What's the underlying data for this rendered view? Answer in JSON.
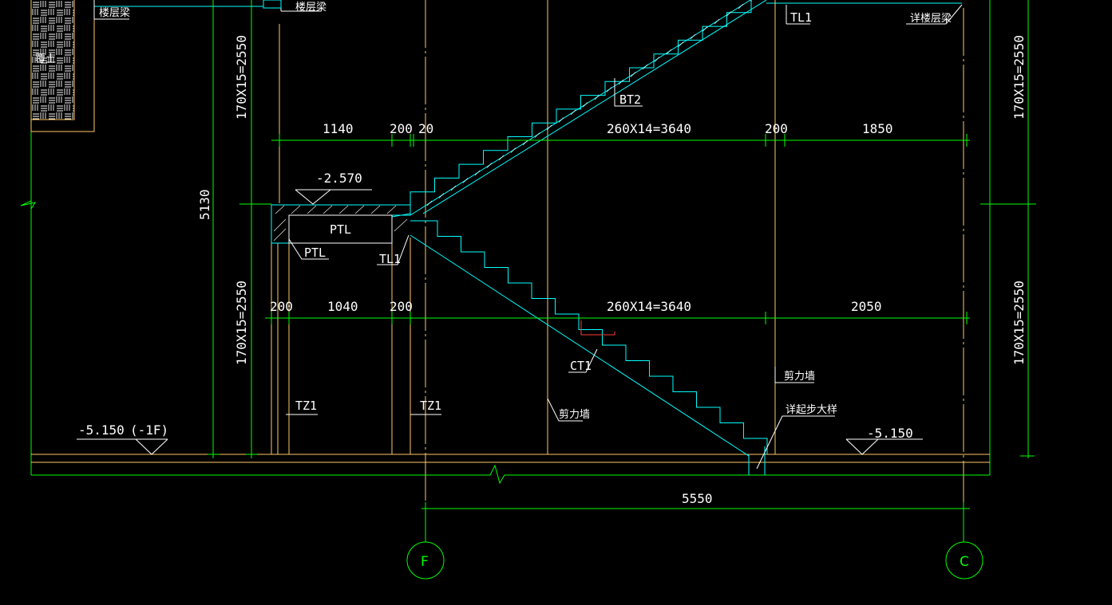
{
  "colors": {
    "background": "#000000",
    "dimension": "#00ff00",
    "stair": "#00ffff",
    "wall": "#ffc864",
    "leader": "#ffffff",
    "axis": "#00ff00",
    "marker": "#ff3c3c"
  },
  "dimensions": {
    "top_row": [
      "1140",
      "200",
      "20",
      "260X14=3640",
      "200",
      "1850"
    ],
    "bottom_row": [
      "200",
      "1040",
      "200",
      "260X14=3640",
      "2050"
    ],
    "total_width": "5550",
    "left_total": "5130",
    "left_upper": "170X15=2550",
    "left_lower": "170X15=2550",
    "right_upper": "170X15=2550",
    "right_lower": "170X15=2550"
  },
  "elevations": {
    "landing": "-2.570",
    "floor_left": "-5.150",
    "floor_left_tag": "(-1F)",
    "floor_right": "-5.150"
  },
  "labels": {
    "bt2": "BT2",
    "ptl_beam": "PTL",
    "ptl_leader": "PTL",
    "tl1_mid": "TL1",
    "tl1_top": "TL1",
    "ct1": "CT1",
    "tz1_left": "TZ1",
    "tz1_right": "TZ1",
    "shear_wall_mid": "剪力墙",
    "shear_wall_right": "剪力墙",
    "start_step_detail": "详起步大样",
    "floor_beam_detail": "详楼层梁",
    "floor_beam_left": "楼层梁",
    "floor_beam_mid": "楼层梁",
    "cover_soil": "覆土"
  },
  "axes": {
    "left": "F",
    "right": "C"
  }
}
